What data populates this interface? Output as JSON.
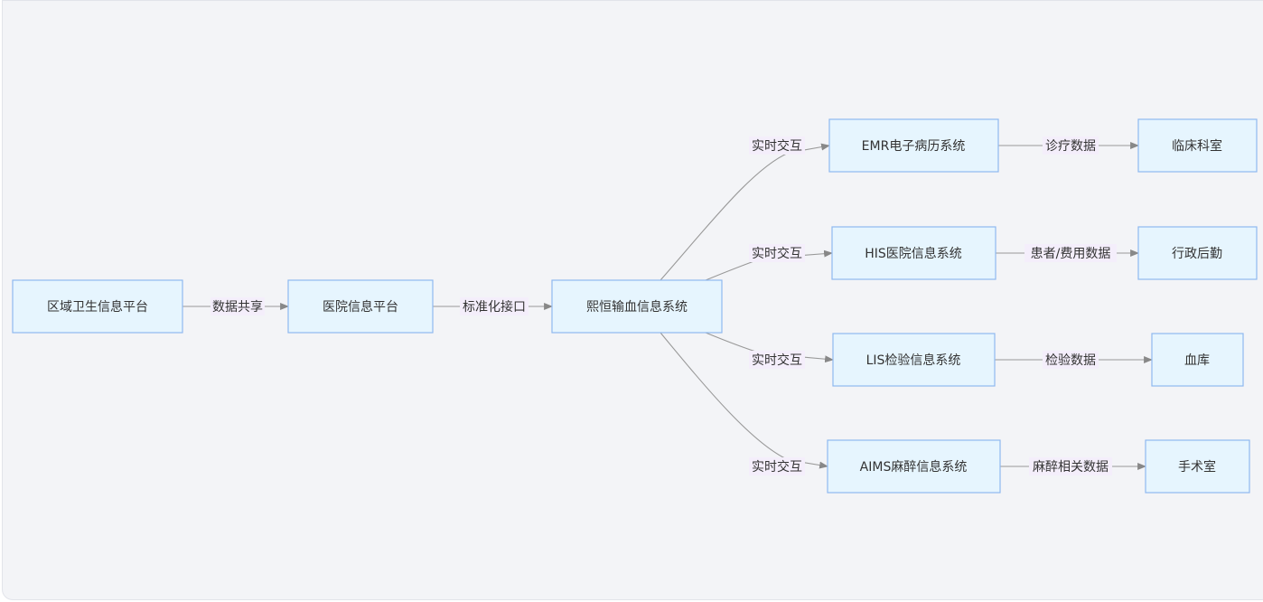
{
  "nodes": {
    "regional": "区域卫生信息平台",
    "hospital": "医院信息平台",
    "xiheng": "熙恒输血信息系统",
    "emr": "EMR电子病历系统",
    "his": "HIS医院信息系统",
    "lis": "LIS检验信息系统",
    "aims": "AIMS麻醉信息系统",
    "clinical": "临床科室",
    "admin": "行政后勤",
    "bloodbank": "血库",
    "or": "手术室"
  },
  "edges": {
    "regional_hospital": "数据共享",
    "hospital_xiheng": "标准化接口",
    "xiheng_emr": "实时交互",
    "xiheng_his": "实时交互",
    "xiheng_lis": "实时交互",
    "xiheng_aims": "实时交互",
    "emr_clinical": "诊疗数据",
    "his_admin": "患者/费用数据",
    "lis_bloodbank": "检验数据",
    "aims_or": "麻醉相关数据"
  },
  "colors": {
    "node_fill": "#e6f5fe",
    "node_border": "#8fb9f0",
    "edge_label_bg": "#f4eefb",
    "edge_line": "#999999",
    "background": "#f3f4f7"
  }
}
